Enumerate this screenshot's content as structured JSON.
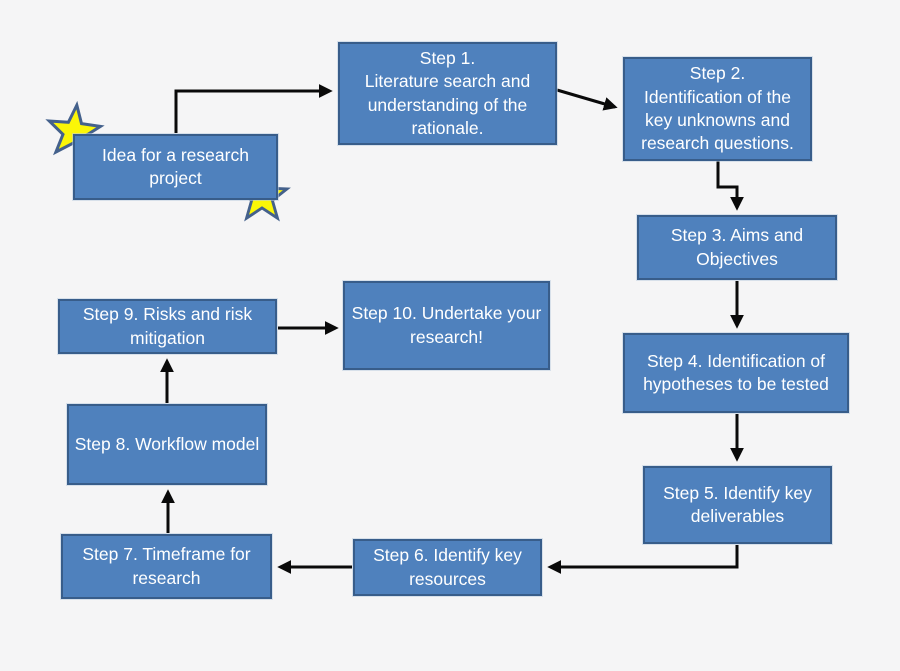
{
  "colors": {
    "background": "#F5F5F6",
    "box-fill": "#4F81BD",
    "box-border": "#385D8A",
    "box-text": "#FFFFFF",
    "arrow": "#0A0A0A",
    "star-fill": "#FBF607",
    "star-stroke": "#44618C"
  },
  "nodes": {
    "idea": {
      "label": "Idea for a research project"
    },
    "step1": {
      "label": "Step 1.\nLiterature search and understanding of the rationale."
    },
    "step2": {
      "label": "Step 2.\nIdentification of the key unknowns and research questions."
    },
    "step3": {
      "label": "Step 3. Aims and Objectives"
    },
    "step4": {
      "label": "Step 4. Identification of hypotheses to be tested"
    },
    "step5": {
      "label": "Step 5. Identify key deliverables"
    },
    "step6": {
      "label": "Step 6. Identify key resources"
    },
    "step7": {
      "label": "Step 7. Timeframe for research"
    },
    "step8": {
      "label": "Step 8. Workflow model"
    },
    "step9": {
      "label": "Step 9.  Risks and risk mitigation"
    },
    "step10": {
      "label": "Step 10. Undertake your research!"
    }
  },
  "edges": [
    {
      "from": "idea",
      "to": "step1"
    },
    {
      "from": "step1",
      "to": "step2"
    },
    {
      "from": "step2",
      "to": "step3"
    },
    {
      "from": "step3",
      "to": "step4"
    },
    {
      "from": "step4",
      "to": "step5"
    },
    {
      "from": "step5",
      "to": "step6"
    },
    {
      "from": "step6",
      "to": "step7"
    },
    {
      "from": "step7",
      "to": "step8"
    },
    {
      "from": "step8",
      "to": "step9"
    },
    {
      "from": "step9",
      "to": "step10"
    }
  ],
  "decorations": {
    "stars": [
      {
        "name": "star-icon",
        "position": "idea-box-top-left-corner"
      },
      {
        "name": "star-icon",
        "position": "idea-box-bottom-right-corner"
      }
    ]
  }
}
